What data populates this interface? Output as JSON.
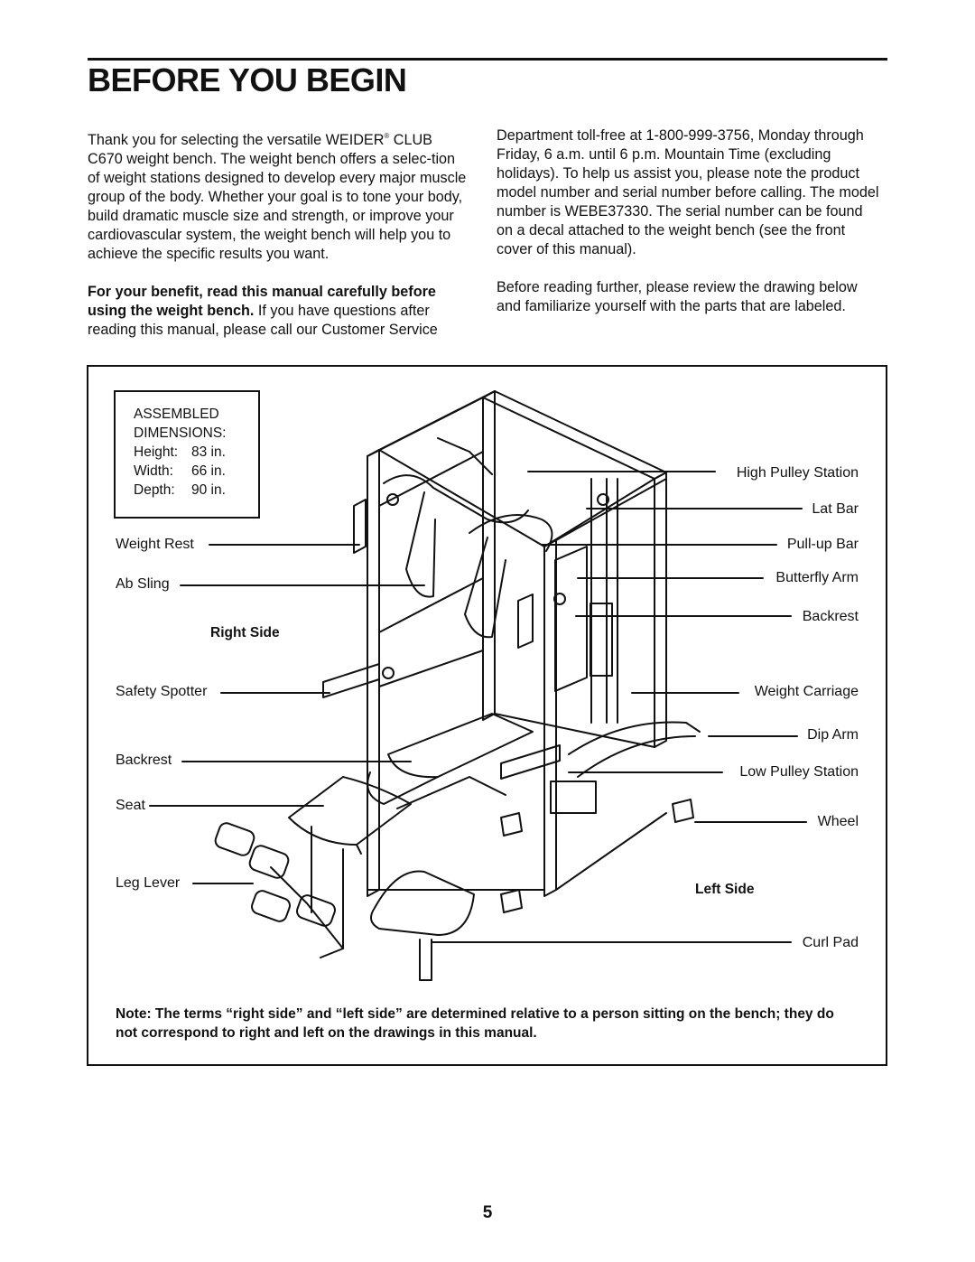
{
  "header": {
    "title": "BEFORE YOU BEGIN"
  },
  "intro": {
    "p1_a": "Thank you for selecting the versatile WEIDER",
    "p1_reg": "®",
    "p1_b": " CLUB C670 weight bench. The weight bench offers a selec-tion of weight stations designed to develop every major muscle group of the body. Whether your goal is to tone your body, build dramatic muscle size and strength, or improve your cardiovascular system, the weight bench will help you to achieve the specific results you want.",
    "p2_bold": "For your benefit, read this manual carefully before using the weight bench.",
    "p2_rest": " If you have questions after reading this manual, please call our Customer Service Department toll-free at 1-800-999-3756, Monday through Friday, 6 a.m. until 6 p.m. Mountain Time (excluding holidays). To help us assist you, please note the product model number and serial number before calling. The model number is WEBE37330. The serial number can be found on a decal attached to the weight bench (see the front cover of this manual).",
    "p3": "Before reading further, please review the drawing below and familiarize yourself with the parts that are labeled."
  },
  "dimensions": {
    "heading1": "ASSEMBLED",
    "heading2": "DIMENSIONS:",
    "rows": [
      {
        "label": "Height:",
        "value": "83 in."
      },
      {
        "label": "Width:",
        "value": "66 in."
      },
      {
        "label": "Depth:",
        "value": "90 in."
      }
    ]
  },
  "labels_left": {
    "weight_rest": "Weight Rest",
    "ab_sling": "Ab Sling",
    "right_side": "Right Side",
    "safety_spotter": "Safety Spotter",
    "backrest": "Backrest",
    "seat": "Seat",
    "leg_lever": "Leg Lever"
  },
  "labels_right": {
    "high_pulley": "High Pulley Station",
    "lat_bar": "Lat Bar",
    "pullup_bar": "Pull-up Bar",
    "butterfly_arm": "Butterfly Arm",
    "backrest": "Backrest",
    "weight_carriage": "Weight Carriage",
    "dip_arm": "Dip Arm",
    "low_pulley": "Low Pulley Station",
    "wheel": "Wheel",
    "left_side": "Left Side",
    "curl_pad": "Curl Pad"
  },
  "note": "Note: The terms “right side” and “left side” are determined relative to a person sitting on the bench; they do not correspond to right and left on the drawings in this manual.",
  "page_number": "5"
}
